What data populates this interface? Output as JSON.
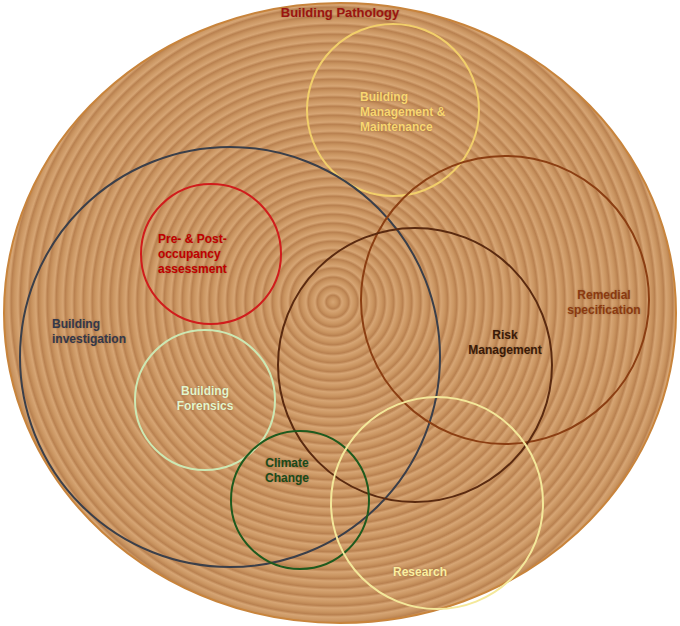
{
  "diagram": {
    "nodes": [
      {
        "text": [
          "Building Pathology"
        ]
      },
      {
        "text": [
          "Building Management & Maintenance"
        ],
        "in": 0
      },
      {
        "text": [
          "Building investigation"
        ],
        "in": 0
      },
      {
        "text": [
          "Pre- & Post-occupancy assessment"
        ],
        "in": 2
      },
      {
        "text": [
          "Remedial specification"
        ],
        "in": 0
      },
      {
        "text": [
          "Risk Management"
        ],
        "in": 0
      },
      {
        "text": [
          "Building Forensics"
        ],
        "in": 2
      },
      {
        "text": [
          "Climate Change"
        ],
        "in": 0
      },
      {
        "text": [
          "Research"
        ],
        "in": 0
      }
    ]
  }
}
